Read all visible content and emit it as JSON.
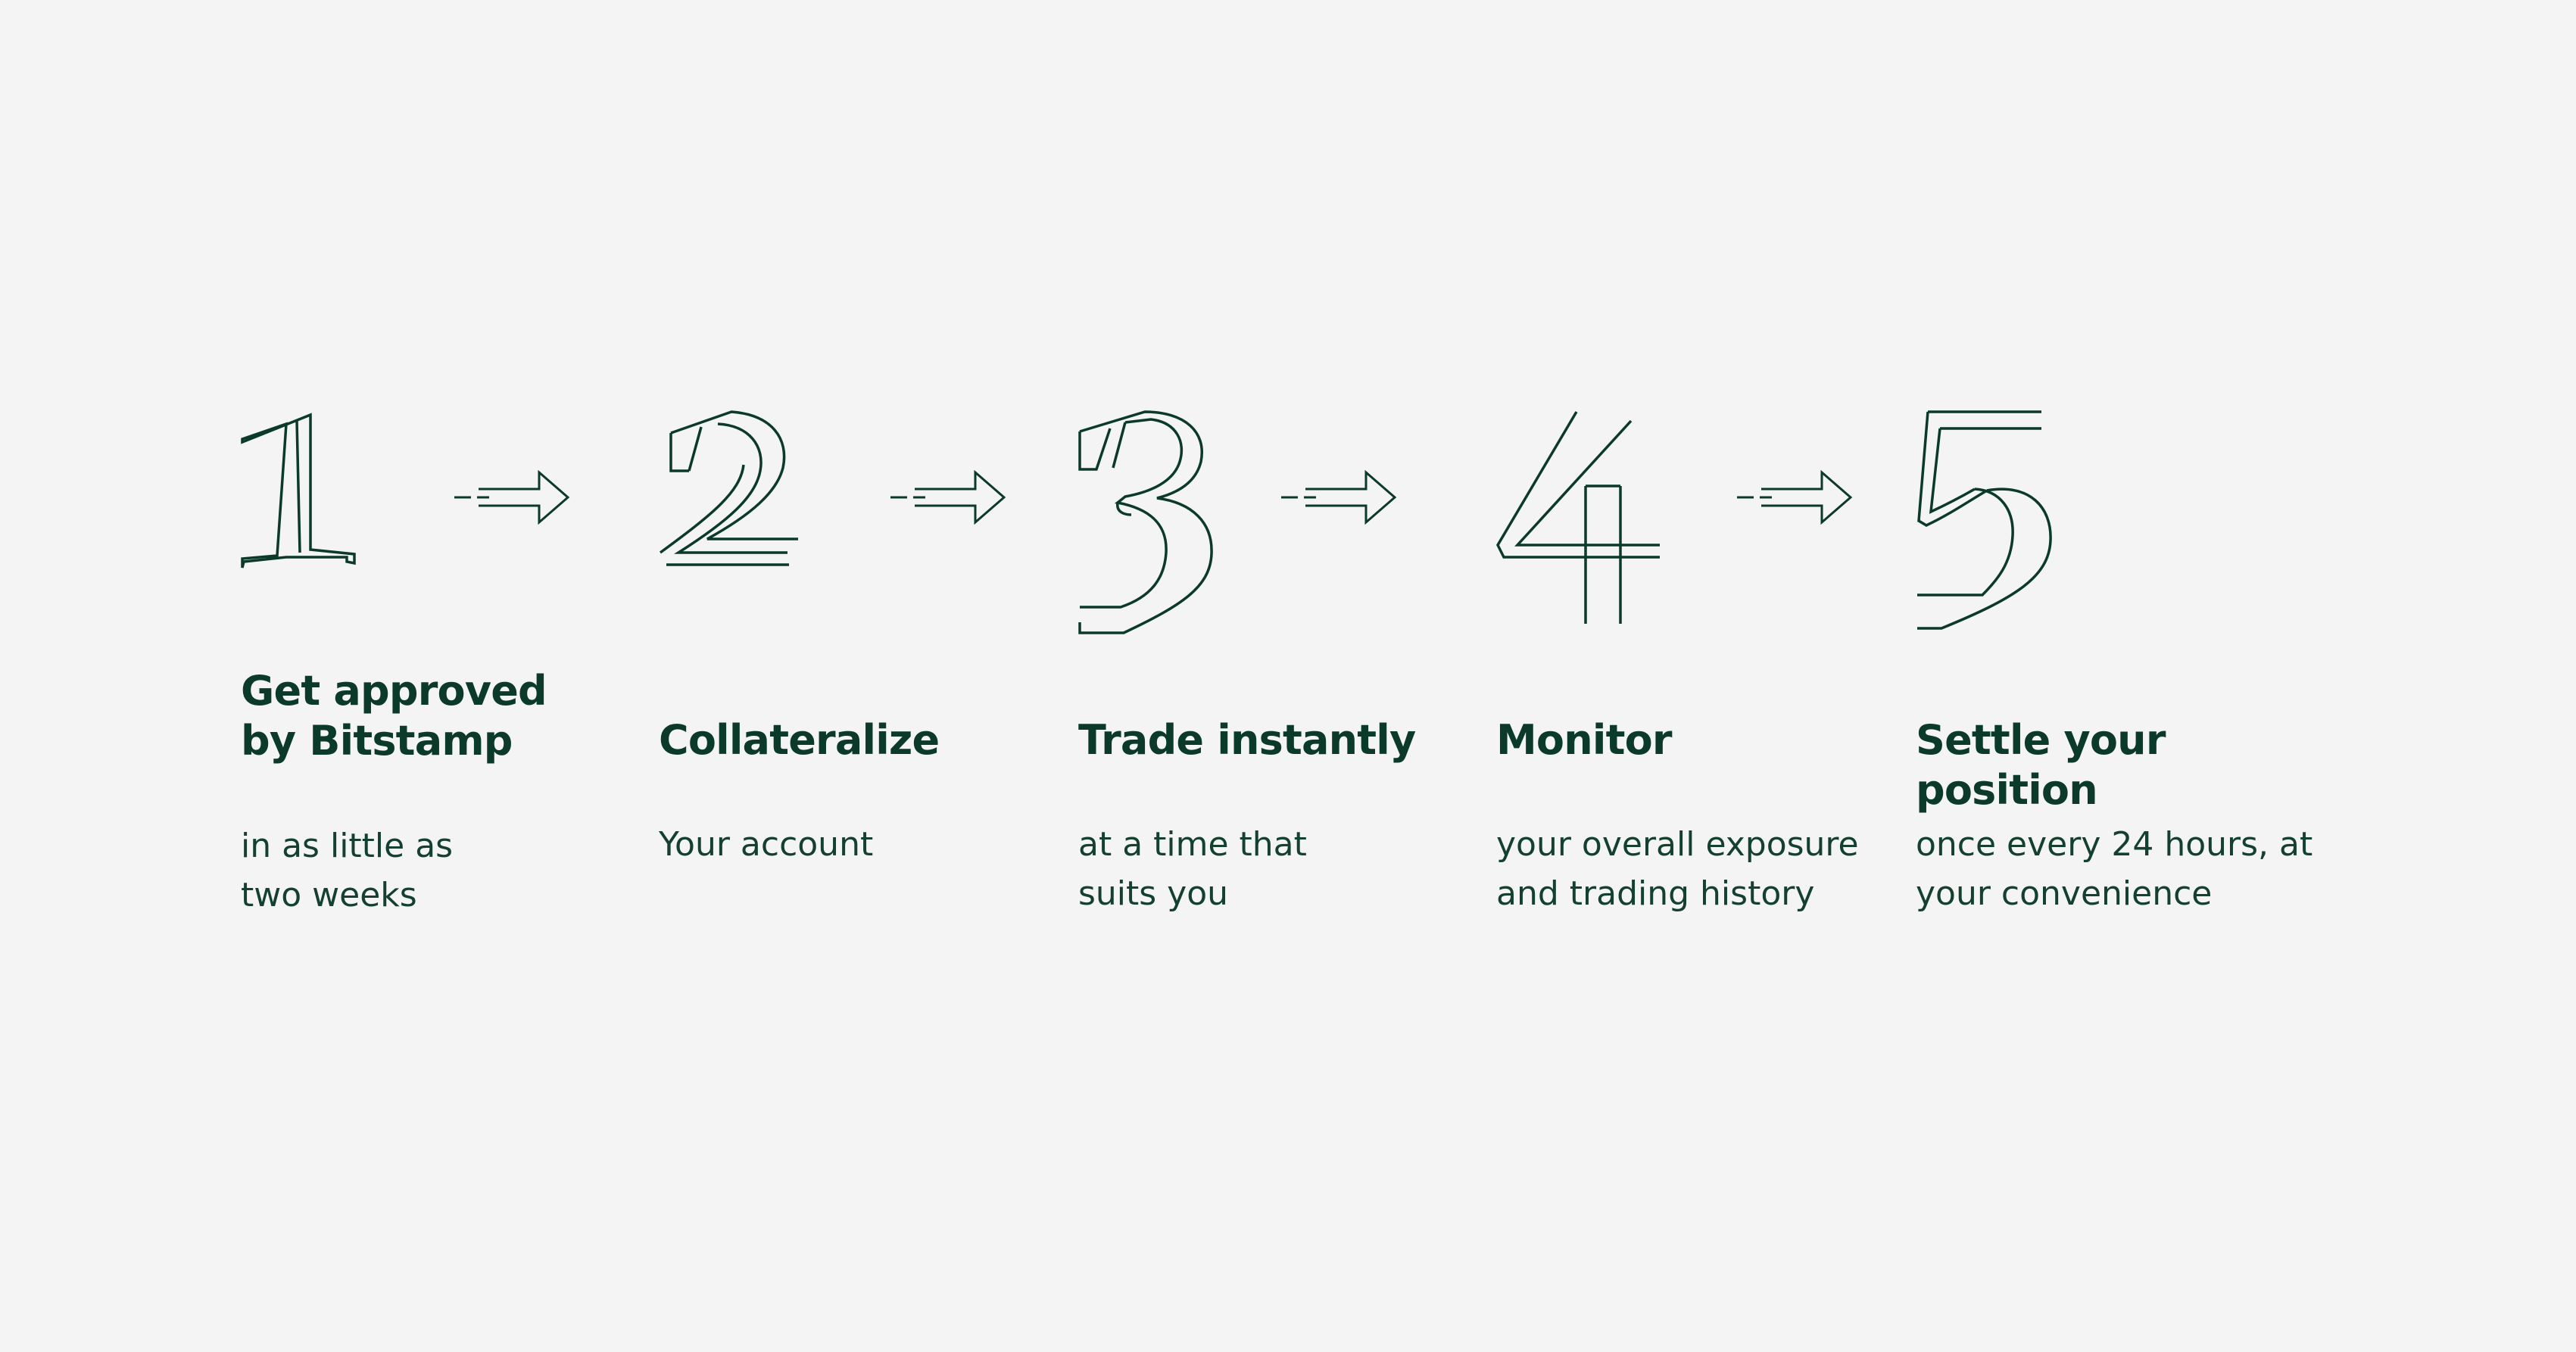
{
  "steps": [
    {
      "number": "1",
      "title": "Get approved\nby Bitstamp",
      "description": "in as little as\ntwo weeks"
    },
    {
      "number": "2",
      "title": "Collateralize",
      "description": "Your account"
    },
    {
      "number": "3",
      "title": "Trade instantly",
      "description": "at a time that\nsuits you"
    },
    {
      "number": "4",
      "title": "Monitor",
      "description": "your overall exposure\nand trading history"
    },
    {
      "number": "5",
      "title": "Settle your position",
      "description": "once every 24 hours, at\nyour convenience"
    }
  ],
  "colors": {
    "background": "#f4f4f4",
    "ink": "#0b3a2a"
  },
  "icons": [
    "numeral-1-icon",
    "numeral-2-icon",
    "numeral-3-icon",
    "numeral-4-icon",
    "numeral-5-icon",
    "arrow-right-icon"
  ]
}
